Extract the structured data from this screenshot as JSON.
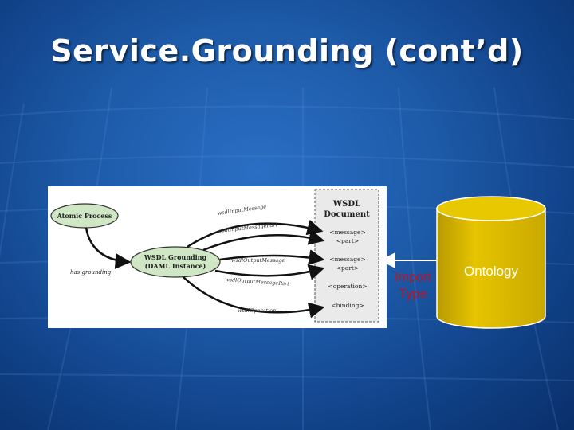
{
  "slide": {
    "title": "Service.Grounding (cont’d)"
  },
  "diagram": {
    "atomic_process": "Atomic Process",
    "wsdl_grounding_line1": "WSDL Grounding",
    "wsdl_grounding_line2": "(DAML Instance)",
    "has_grounding": "has grounding",
    "wsdl_doc_title_line1": "WSDL",
    "wsdl_doc_title_line2": "Document",
    "doc_items": [
      "<message>",
      "<part>",
      "<message>",
      "<part>",
      "<operation>",
      "<binding>"
    ],
    "edge_labels": [
      "wsdlInputMessage",
      "wsdlInputMessagePart",
      "wsdlOutputMessage",
      "wsdlOutputMessagePart",
      "wsdlOperation"
    ]
  },
  "import_type": {
    "line1": "Import",
    "line2": "Type",
    "color": "#c1121f"
  },
  "ontology": {
    "label": "Ontology",
    "fill": "#d9b800"
  },
  "colors": {
    "background": "#1d5aa8",
    "title": "#ffffff",
    "node_fill": "#cfe7c4"
  }
}
